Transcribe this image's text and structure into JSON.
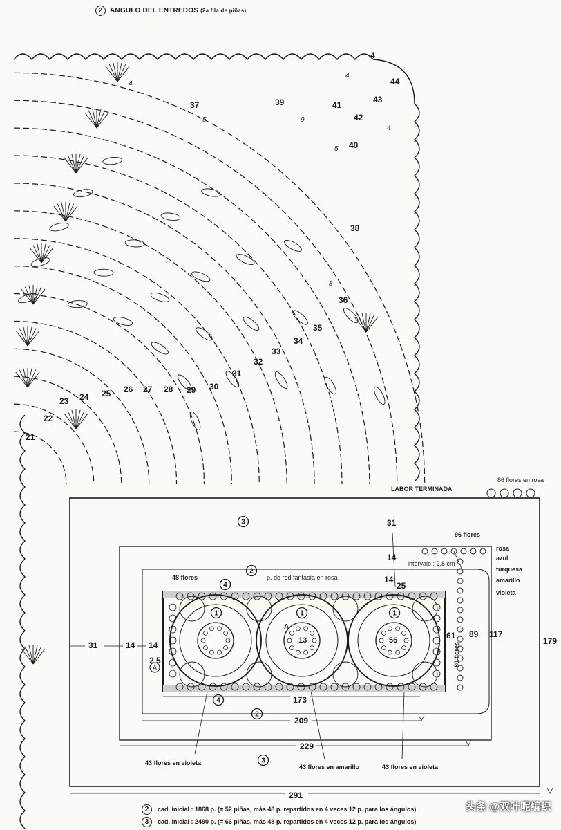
{
  "title": {
    "circle": "2",
    "text": "ANGULO DEL ENTREDOS",
    "sub": "(2a fila de piñas)"
  },
  "corner_numbers": [
    "4",
    "44",
    "43",
    "42",
    "41",
    "40",
    "39",
    "37",
    "38",
    "36",
    "35",
    "34",
    "33",
    "32",
    "31",
    "30",
    "29",
    "28",
    "27",
    "26",
    "25",
    "24",
    "23",
    "22",
    "21"
  ],
  "corner_small_numbers": [
    "4",
    "4",
    "5",
    "9",
    "5",
    "8",
    "4"
  ],
  "layout": {
    "header": "LABOR TERMINADA",
    "flowers_rosa_top": "86 flores en rosa",
    "flowers_96": "96 flores",
    "interval": "intervalo : 2,8 cm",
    "flowers_48": "48 flores",
    "red_fantasia": "p. de red fantasía en rosa",
    "flowers_80": "80 flores",
    "colors": [
      "rosa",
      "azul",
      "turquesa",
      "amarillo",
      "violeta"
    ],
    "region_labels": [
      "3",
      "2",
      "4",
      "1",
      "1",
      "1",
      "4",
      "2",
      "3"
    ],
    "dims": {
      "d31_top": "31",
      "d14_top": "14",
      "d14_b": "14",
      "d25_top": "25",
      "d31_left": "31",
      "d14_l1": "14",
      "d14_l2": "14",
      "d25_left": "2.5",
      "d61": "61",
      "d89": "89",
      "d117": "117",
      "d179": "179",
      "d173": "173",
      "d209": "209",
      "d229": "229",
      "d291": "291"
    },
    "motif_centers": [
      "13",
      "56"
    ],
    "motif_letter": "A",
    "corner_letter": "A",
    "bottom_labels": [
      "43 flores en violeta",
      "43 flores en amarillo",
      "43 flores en violeta"
    ]
  },
  "footer": [
    {
      "circle": "2",
      "text": "cad. inicial : 1868 p. (= 52 piñas, más 48 p. repartidos en 4 veces 12 p. para los ángulos)"
    },
    {
      "circle": "3",
      "text": "cad. inicial : 2490 p. (= 66 piñas, más 48 p. repartidos en 4 veces 12 p. para los ángulos)"
    }
  ],
  "watermark": "头条 @双叶呢编织"
}
